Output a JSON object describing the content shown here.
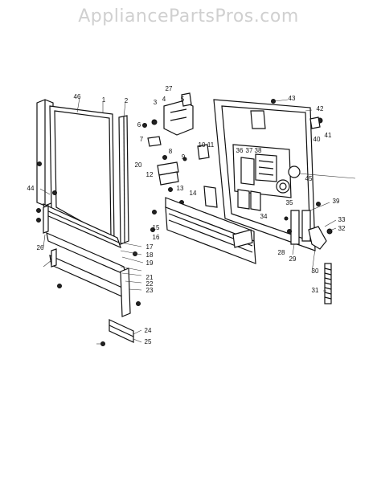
{
  "watermark": "AppliancePartsPros.com",
  "labels": [
    "46",
    "1",
    "2",
    "27",
    "3",
    "4",
    "5",
    "6",
    "7",
    "8",
    "9",
    "10",
    "11",
    "12",
    "13",
    "14",
    "15",
    "16",
    "17",
    "18",
    "19",
    "20",
    "21",
    "22",
    "23",
    "24",
    "25",
    "26",
    "28",
    "29",
    "30",
    "31",
    "32",
    "33",
    "34",
    "35",
    "36",
    "37",
    "38",
    "39",
    "40",
    "41",
    "42",
    "43",
    "44",
    "45"
  ]
}
